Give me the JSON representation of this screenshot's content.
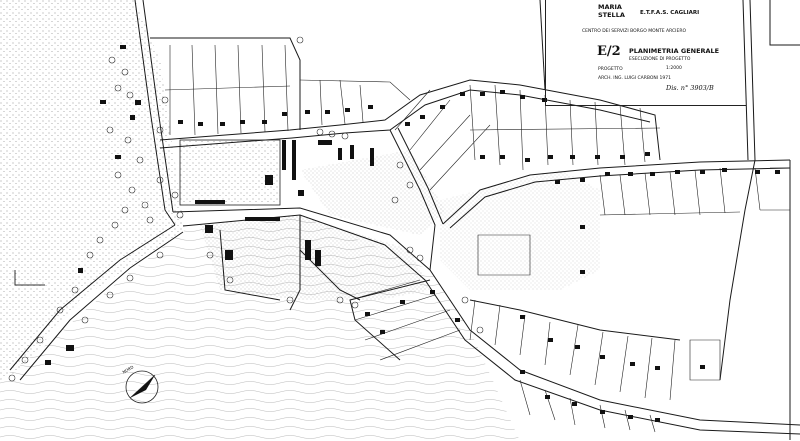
{
  "title_block": {
    "place_line1": "MARIA",
    "place_line2": "STELLA",
    "agency": "E.T.F.A.S. CAGLIARI",
    "centre": "CENTRO DEI SERVIZI BORGO MONTE ARCIERO",
    "sheet": "E/2",
    "drawing_title": "PLANIMETRIA GENERALE",
    "drawing_subtitle": "ESECUZIONE DI PROGETTO",
    "scale": "1:2000",
    "project_label": "PROGETTO",
    "author": "ARCH. ING. LUIGI CARBONI 1971",
    "drawing_number": "Dis. n° 3903/B"
  },
  "north_label": "NORD",
  "colors": {
    "ink": "#1a1a1a",
    "paper": "#ffffff",
    "stipple": "#6a6a6a"
  }
}
